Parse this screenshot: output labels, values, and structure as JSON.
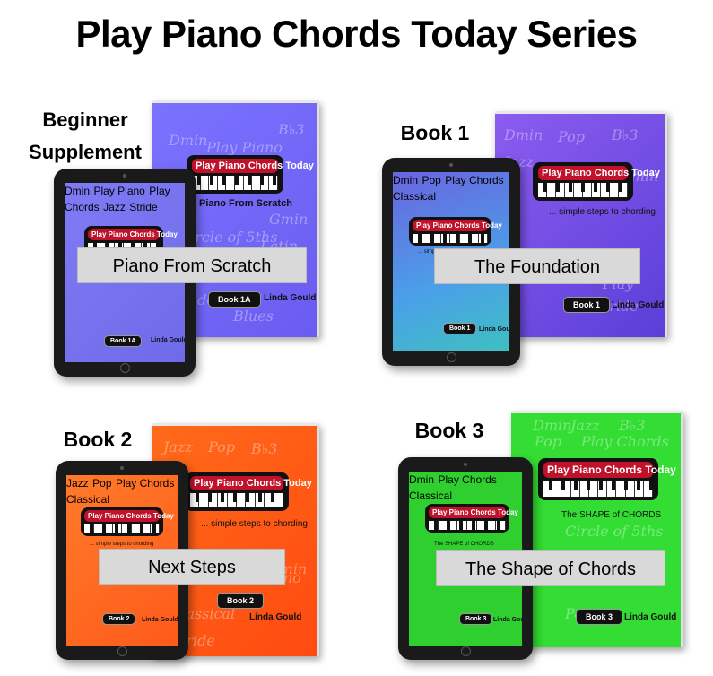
{
  "page": {
    "title": "Play Piano Chords Today Series"
  },
  "labels": {
    "beginner": "Beginner Supplement",
    "book1": "Book 1",
    "book2": "Book 2",
    "book3": "Book 3"
  },
  "books": [
    {
      "banner": "Piano From Scratch",
      "logo": "Play Piano Chords Today",
      "subtitle": "Piano From Scratch",
      "badge": "Book 1A",
      "author": "Linda Gould",
      "color": "#7b72ff"
    },
    {
      "banner": "The Foundation",
      "logo": "Play Piano Chords Today",
      "subtitle": "... simple steps to chording",
      "badge": "Book 1",
      "author": "Linda Gould",
      "color": "#6a5cf0"
    },
    {
      "banner": "Next Steps",
      "logo": "Play Piano Chords Today",
      "subtitle": "... simple steps to chording",
      "badge": "Book 2",
      "author": "Linda Gould",
      "color": "#ff5a1a"
    },
    {
      "banner": "The Shape of Chords",
      "logo": "Play Piano Chords Today",
      "subtitle": "The SHAPE of CHORDS",
      "badge": "Book 3",
      "author": "Linda Gould",
      "color": "#33dd33"
    }
  ]
}
